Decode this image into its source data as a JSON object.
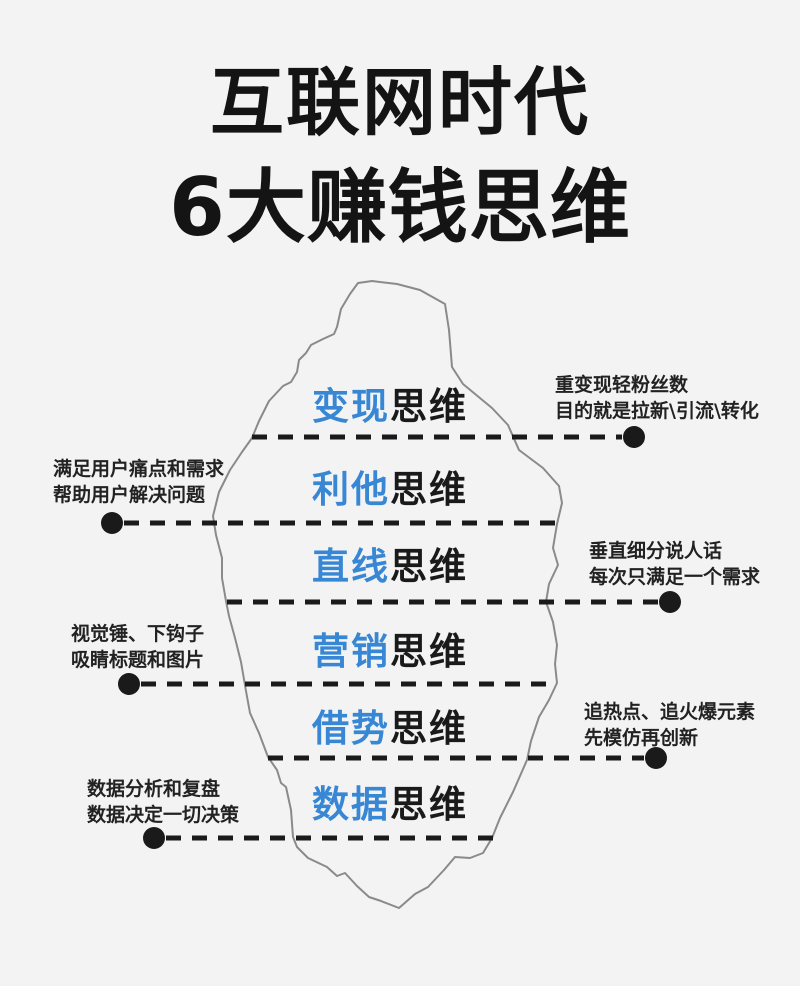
{
  "title": {
    "line1": "互联网时代",
    "line2": "6大赚钱思维"
  },
  "colors": {
    "accent_blue": "#3787d4",
    "text_black": "#1a1a1a",
    "background": "#f3f3f3",
    "outline_gray": "#8a8a8a"
  },
  "items": [
    {
      "highlight": "变现",
      "suffix": "思维"
    },
    {
      "highlight": "利他",
      "suffix": "思维"
    },
    {
      "highlight": "直线",
      "suffix": "思维"
    },
    {
      "highlight": "营销",
      "suffix": "思维"
    },
    {
      "highlight": "借势",
      "suffix": "思维"
    },
    {
      "highlight": "数据",
      "suffix": "思维"
    }
  ],
  "annotations": [
    {
      "side": "right",
      "line1": "重变现轻粉丝数",
      "line2": "目的就是拉新\\引流\\转化"
    },
    {
      "side": "left",
      "line1": "满足用户痛点和需求",
      "line2": "帮助用户解决问题"
    },
    {
      "side": "right",
      "line1": "垂直细分说人话",
      "line2": "每次只满足一个需求"
    },
    {
      "side": "left",
      "line1": "视觉锤、下钩子",
      "line2": "吸睛标题和图片"
    },
    {
      "side": "right",
      "line1": "追热点、追火爆元素",
      "line2": "先模仿再创新"
    },
    {
      "side": "left",
      "line1": "数据分析和复盘",
      "line2": "数据决定一切决策"
    }
  ]
}
